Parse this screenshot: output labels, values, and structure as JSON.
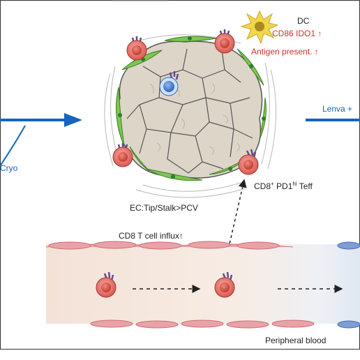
{
  "labels": {
    "dc": "DC",
    "dc_markers": "CD86 IDO1 ↑",
    "antigen": "Antigen present. ↑",
    "lenva": "Lenva +",
    "cryo": "Cryo",
    "cd8_prefix": "CD8",
    "cd8_sup": "+",
    "pd1": "PD1",
    "pd1_sup": "hi",
    "teff": "Teff",
    "ec_ratio": "EC:Tip/Stalk>PCV",
    "influx": "CD8 T cell influx↑",
    "blood": "Peripheral blood"
  },
  "colors": {
    "arrow_blue": "#1565c0",
    "label_red": "#d32f2f",
    "endothelial_green": "#7dc653",
    "tcell_red": "#e57373",
    "dc_yellow": "#f2d64b",
    "blood_band": "#f8e8dd"
  },
  "icons": {
    "dc": "dendritic-cell-icon",
    "tcell": "t-cell-icon",
    "tumor": "tumor-mass-icon"
  }
}
